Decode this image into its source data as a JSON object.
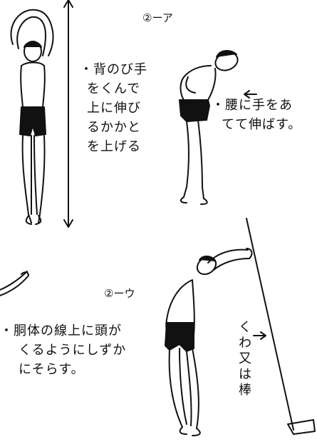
{
  "labels": {
    "a": "②ーア",
    "u": "②ーウ"
  },
  "captions": {
    "stretch": [
      "・背のび手",
      "をくんで",
      "上に伸び",
      "るかかと",
      "を上げる"
    ],
    "waist": [
      "・腰に手をあ",
      "てて伸ばす。"
    ],
    "torso": [
      "・胴体の線上に頭が",
      "くるようにしずか",
      "にそらす。"
    ]
  },
  "vertical_label": [
    "く",
    "わ",
    "又",
    "は",
    "棒"
  ],
  "colors": {
    "ink": "#111111",
    "paper": "#ffffff"
  }
}
